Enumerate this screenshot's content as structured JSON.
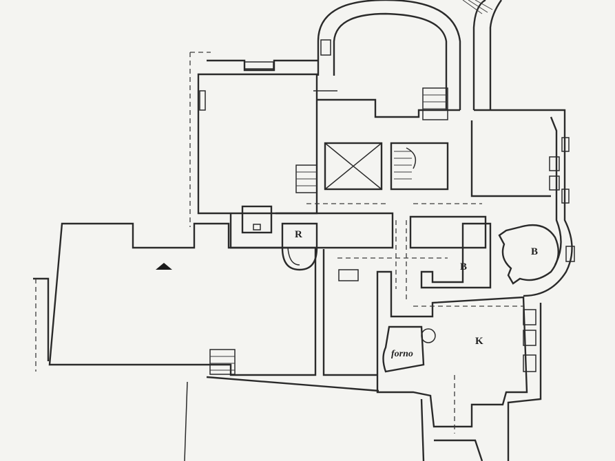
{
  "rooms": {
    "r": "R",
    "b_small": "B",
    "b_round": "B",
    "k": "K",
    "forno": "forno"
  },
  "colors": {
    "paper": "#f4f4f1",
    "ink": "#2a2a2a"
  }
}
